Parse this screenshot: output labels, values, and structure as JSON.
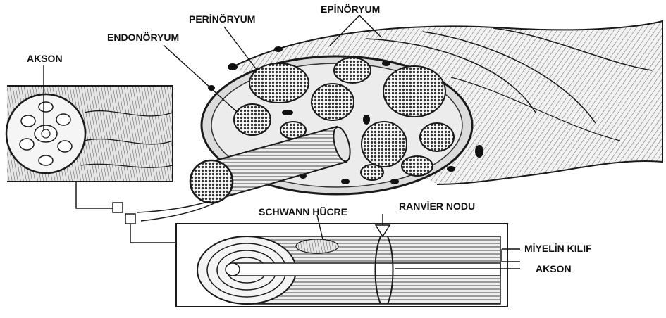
{
  "labels": {
    "perinoryum": "PERİNÖRYUM",
    "epinoryum": "EPİNÖRYUM",
    "endonoryum": "ENDONÖRYUM",
    "akson_top": "AKSON",
    "schwann": "SCHWANN HÜCRE",
    "ranvier": "RANVİER NODU",
    "miyelin": "MİYELİN KILIF",
    "akson_bottom": "AKSON"
  },
  "colors": {
    "ink": "#1a1a1a",
    "background": "#ffffff",
    "tissue": "#d9d9d9"
  }
}
